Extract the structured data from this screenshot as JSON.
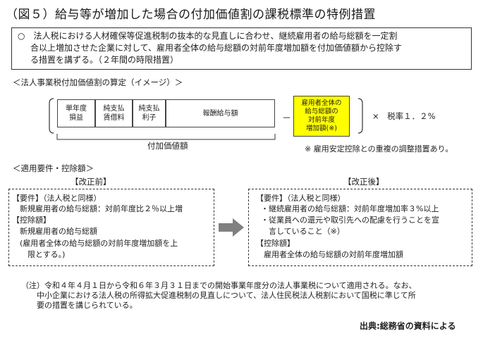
{
  "title": "（図５）給与等が増加した場合の付加価値割の課税標準の特例措置",
  "summary": {
    "lines": [
      "○　法人税における人材確保等促進税制の抜本的な見直しに合わせ、継続雇用者の給与総額を一定割",
      "合以上増加させた企業に対して、雇用者全体の給与総額の対前年度増加額を付加価値額から控除す",
      "る措置を講ずる。（２年間の時限措置）"
    ]
  },
  "calc": {
    "heading": "＜法人事業税付加価値割の算定（イメージ）＞",
    "cells": [
      "単年度\n損益",
      "純支払\n賃借料",
      "純支払\n利子",
      "報酬給与額"
    ],
    "deduction": "雇用者全体の\n給与総額の\n対前年度\n増加額(※)",
    "minus": "－",
    "times_rate": "×　税率１．２%",
    "fuka_label": "付加価値額",
    "note": "※ 雇用安定控除との重複の調整措置あり。",
    "deduction_color": "#ffff00"
  },
  "requirements": {
    "heading": "＜適用要件・控除額＞",
    "before": {
      "label": "【改正前】",
      "lines": [
        "【要件】（法人税と同様）",
        "　新規雇用者の給与総額：対前年度比２％以上増",
        "【控除額】",
        "　新規雇用者の給与総額",
        "　(雇用者全体の給与総額の対前年度増加額を上",
        "　　限とする。)"
      ]
    },
    "after": {
      "label": "【改正後】",
      "lines": [
        "【要件】（法人税と同様）",
        "　・継続雇用者の給与総額：対前年度増加率３%以上",
        "　・従業員への還元や取引先への配慮を行うことを宣",
        "　　言していること（※）",
        "【控除額】",
        "　雇用者全体の給与総額の対前年度増加額"
      ]
    }
  },
  "footnote": {
    "lines": [
      "（注）令和４年４月１日から令和６年３月３１日までの開始事業年度分の法人事業税について適用される。なお、",
      "中小企業における法人税の所得拡大促進税制の見直しについて、法人住民税法人税割において国税に準じて所",
      "要の措置を講じられている。"
    ]
  },
  "source": "出典:総務省の資料による",
  "arrow_color": "#808080"
}
